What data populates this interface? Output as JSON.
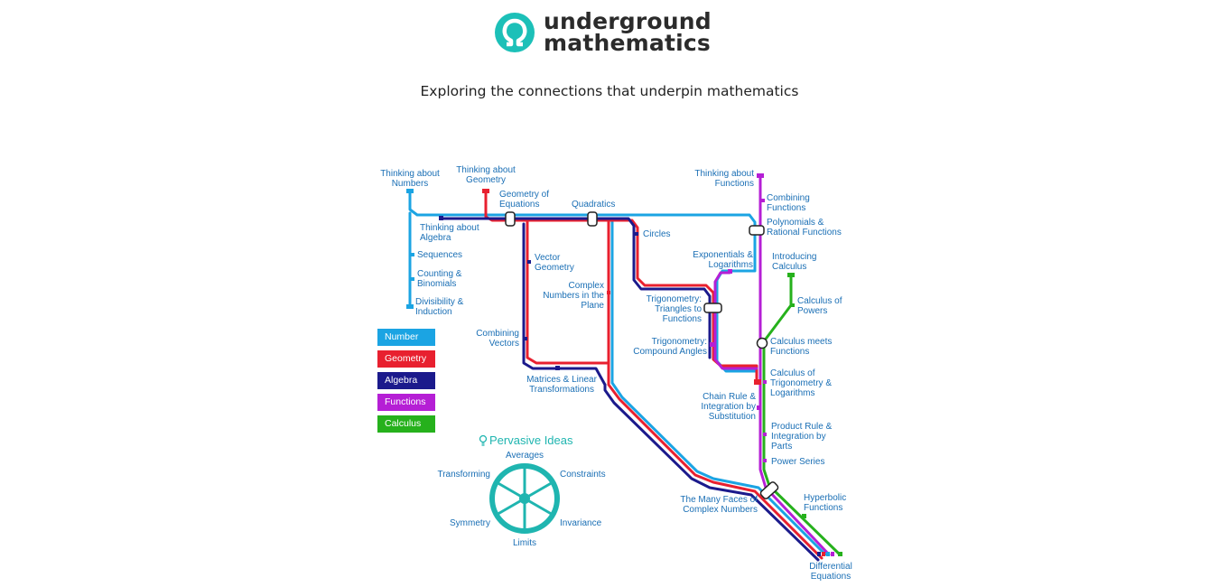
{
  "logo": {
    "line1": "underground",
    "line2": "mathematics",
    "color": "#1cc0b8"
  },
  "tagline": "Exploring the connections that underpin mathematics",
  "line_colors": {
    "number": "#1ba4e3",
    "geometry": "#e8202f",
    "algebra": "#1b1a8c",
    "functions": "#b51fd5",
    "calculus": "#26b11c"
  },
  "legend": [
    {
      "label": "Number",
      "color": "#1ba4e3"
    },
    {
      "label": "Geometry",
      "color": "#e8202f"
    },
    {
      "label": "Algebra",
      "color": "#1b1a8c"
    },
    {
      "label": "Functions",
      "color": "#b51fd5"
    },
    {
      "label": "Calculus",
      "color": "#26b11c"
    }
  ],
  "stations": {
    "thinking_numbers": [
      "Thinking about",
      "Numbers"
    ],
    "thinking_geometry": [
      "Thinking about",
      "Geometry"
    ],
    "geometry_equations": [
      "Geometry of",
      "Equations"
    ],
    "quadratics": [
      "Quadratics"
    ],
    "thinking_algebra": [
      "Thinking about",
      "Algebra"
    ],
    "sequences": [
      "Sequences"
    ],
    "counting": [
      "Counting &",
      "Binomials"
    ],
    "divisibility": [
      "Divisibility &",
      "Induction"
    ],
    "vector_geometry": [
      "Vector",
      "Geometry"
    ],
    "complex_plane": [
      "Complex",
      "Numbers in the",
      "Plane"
    ],
    "circles": [
      "Circles"
    ],
    "combining_vectors": [
      "Combining",
      "Vectors"
    ],
    "matrices": [
      "Matrices & Linear",
      "Transformations"
    ],
    "thinking_functions": [
      "Thinking about",
      "Functions"
    ],
    "combining_functions": [
      "Combining",
      "Functions"
    ],
    "polynomials": [
      "Polynomials &",
      "Rational Functions"
    ],
    "exponentials": [
      "Exponentials &",
      "Logarithms"
    ],
    "introducing_calculus": [
      "Introducing",
      "Calculus"
    ],
    "calculus_powers": [
      "Calculus of",
      "Powers"
    ],
    "trig_triangles": [
      "Trigonometry:",
      "Triangles to",
      "Functions"
    ],
    "trig_compound": [
      "Trigonometry:",
      "Compound Angles"
    ],
    "calculus_meets": [
      "Calculus meets",
      "Functions"
    ],
    "calculus_trig": [
      "Calculus of",
      "Trigonometry &",
      "Logarithms"
    ],
    "chain_rule": [
      "Chain Rule &",
      "Integration by",
      "Substitution"
    ],
    "product_rule": [
      "Product Rule &",
      "Integration by",
      "Parts"
    ],
    "power_series": [
      "Power Series"
    ],
    "many_faces": [
      "The Many Faces of",
      "Complex Numbers"
    ],
    "hyperbolic": [
      "Hyperbolic",
      "Functions"
    ],
    "differential": [
      "Differential",
      "Equations"
    ]
  },
  "pervasive": {
    "title": "Pervasive Ideas",
    "icon": "lightbulb-icon",
    "color": "#1fb5b0",
    "labels": {
      "averages": "Averages",
      "constraints": "Constraints",
      "invariance": "Invariance",
      "limits": "Limits",
      "symmetry": "Symmetry",
      "transforming": "Transforming"
    }
  }
}
